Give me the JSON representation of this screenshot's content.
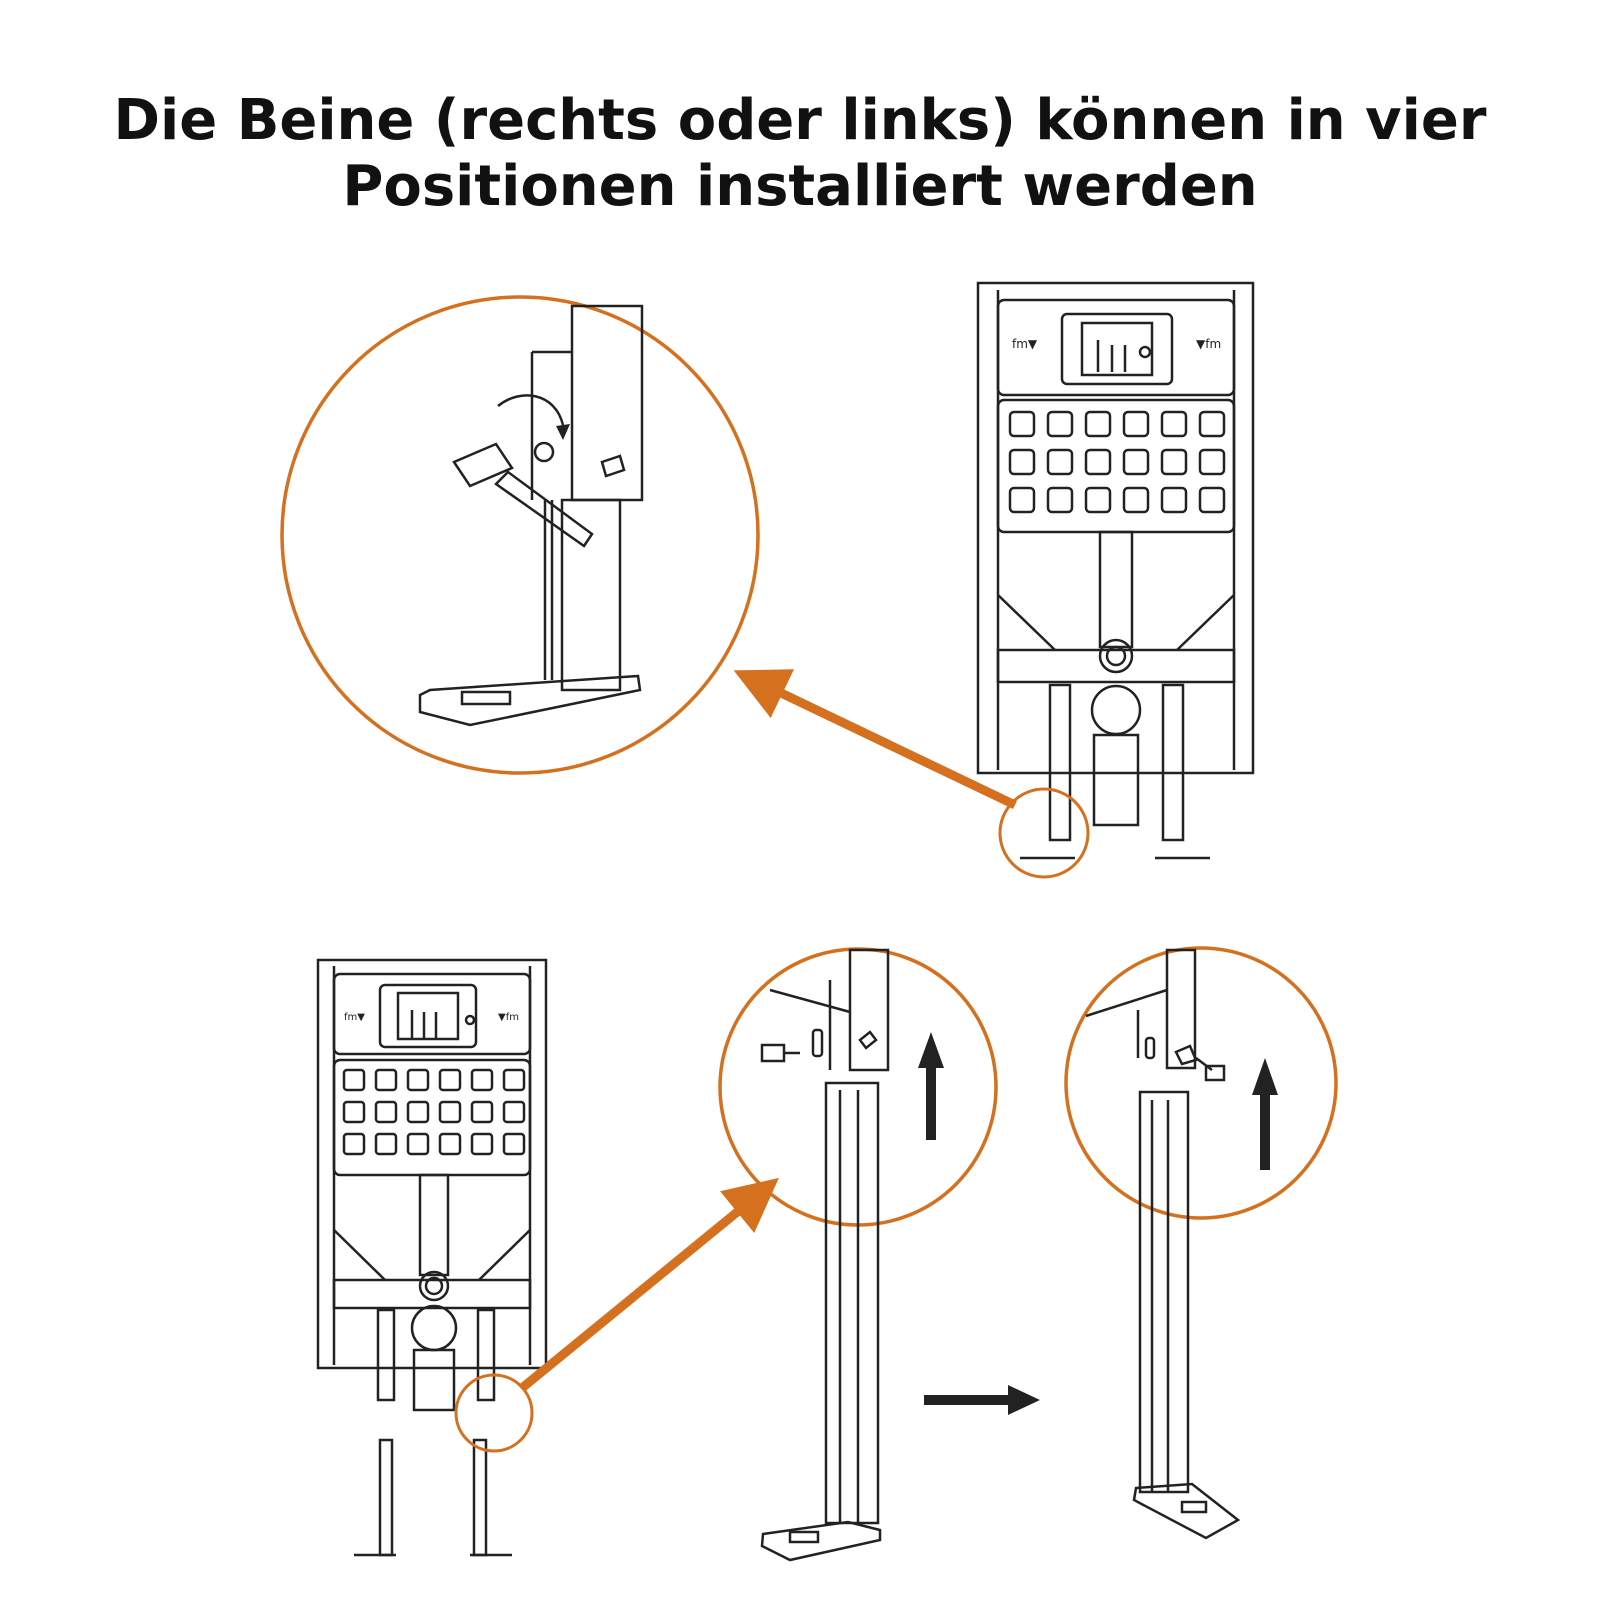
{
  "title": {
    "line1": "Die Beine (rechts oder links) können in vier",
    "line2": "Positionen installiert werden"
  },
  "colors": {
    "accent": "#D4701E",
    "line": "#222222",
    "background": "#ffffff"
  },
  "frame_labels": {
    "left_mark": "fm▼",
    "right_mark": "▼fm"
  },
  "icons": [
    "pipe-frame",
    "magnifier-circle",
    "rotate-arrow-icon",
    "wrench-icon",
    "bolt-icon",
    "up-arrow-icon",
    "right-arrow-icon"
  ]
}
